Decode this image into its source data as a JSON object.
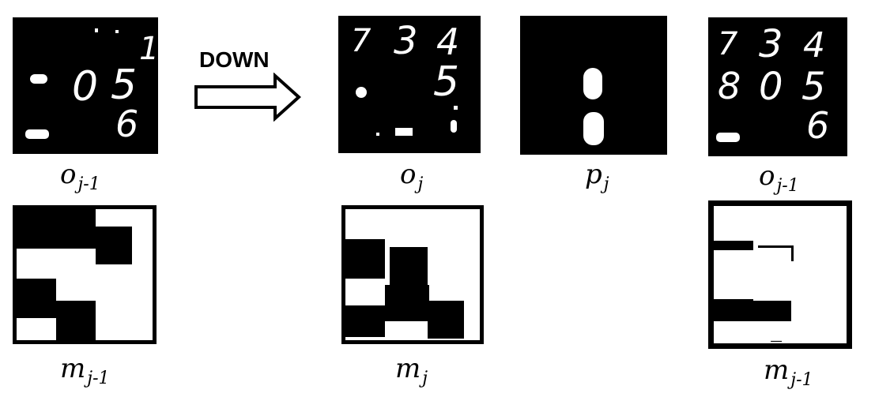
{
  "action": {
    "label": "DOWN"
  },
  "labels": {
    "o_prev": {
      "base": "o",
      "sub": "j-1"
    },
    "o_curr": {
      "base": "o",
      "sub": "j"
    },
    "p_hat": {
      "base": "p",
      "sub": "j",
      "accent": "^"
    },
    "o_bar": {
      "base": "o",
      "sub": "j-1",
      "accent": "‾"
    },
    "m_prev": {
      "base": "m",
      "sub": "j-1"
    },
    "m_curr": {
      "base": "m",
      "sub": "j"
    },
    "m_bar": {
      "base": "m",
      "sub": "j-1",
      "accent": "‾"
    }
  },
  "digits": {
    "o_prev": [
      "1",
      "0",
      "5",
      "6"
    ],
    "o_curr": [
      "7",
      "3",
      "4",
      "5"
    ],
    "o_bar": [
      "7",
      "3",
      "4",
      "8",
      "0",
      "5",
      "6"
    ]
  },
  "colors": {
    "background": "#ffffff",
    "ink": "#000000",
    "pixel": "#ffffff"
  }
}
